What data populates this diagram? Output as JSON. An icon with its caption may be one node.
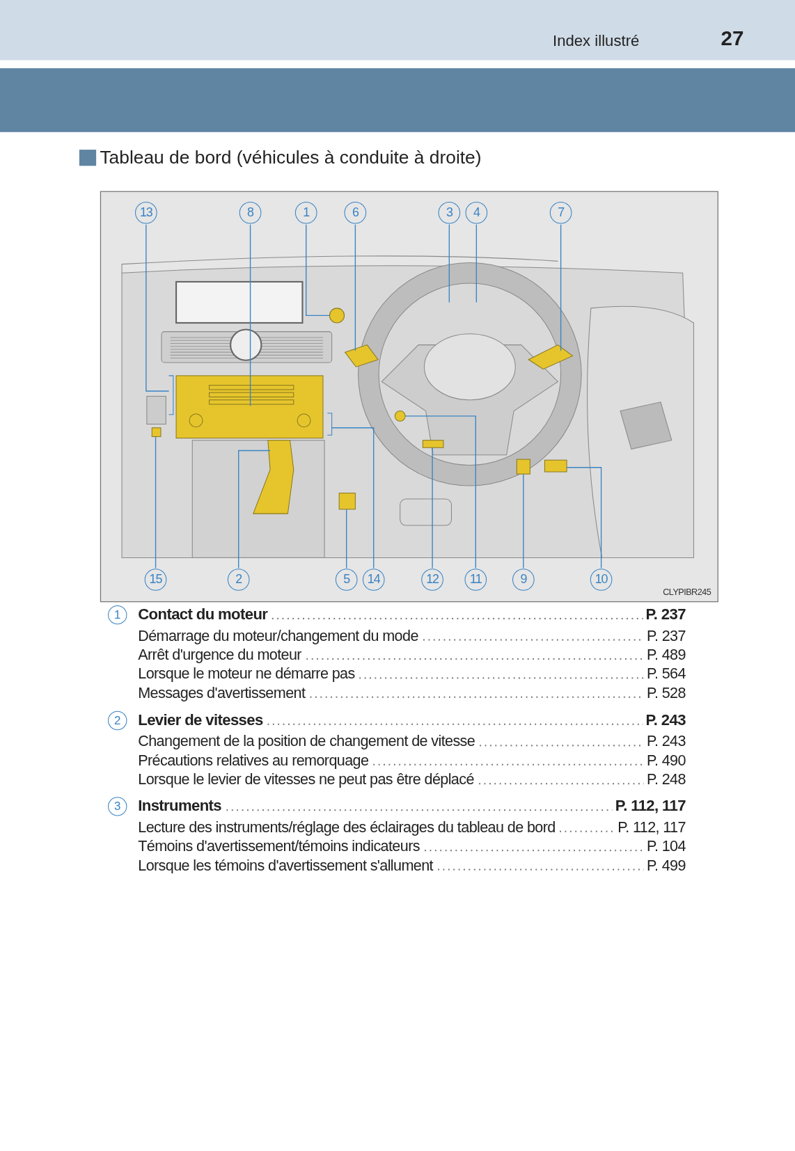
{
  "diagram": {
    "title": "Tableau de bord (véhicules à conduite à droite)",
    "nodes": [
      {
        "text": [
          "13"
        ]
      },
      {
        "text": [
          "8"
        ]
      },
      {
        "text": [
          "1"
        ]
      },
      {
        "text": [
          "6"
        ]
      },
      {
        "text": [
          "3"
        ]
      },
      {
        "text": [
          "4"
        ]
      },
      {
        "text": [
          "7"
        ]
      },
      {
        "text": [
          "15"
        ]
      },
      {
        "text": [
          "2"
        ]
      },
      {
        "text": [
          "5"
        ]
      },
      {
        "text": [
          "14"
        ]
      },
      {
        "text": [
          "12"
        ]
      },
      {
        "text": [
          "11"
        ]
      },
      {
        "text": [
          "9"
        ]
      },
      {
        "text": [
          "10"
        ]
      }
    ],
    "edges": [
      {
        "from": 0,
        "to": null,
        "arrow": "none"
      },
      {
        "from": 1,
        "to": null,
        "arrow": "none"
      },
      {
        "from": 2,
        "to": null,
        "arrow": "none"
      },
      {
        "from": 3,
        "to": null,
        "arrow": "none"
      },
      {
        "from": 4,
        "to": null,
        "arrow": "none"
      },
      {
        "from": 5,
        "to": null,
        "arrow": "none"
      },
      {
        "from": 6,
        "to": null,
        "arrow": "none"
      },
      {
        "from": 7,
        "to": null,
        "arrow": "none"
      },
      {
        "from": 8,
        "to": null,
        "arrow": "none"
      },
      {
        "from": 9,
        "to": null,
        "arrow": "none"
      },
      {
        "from": 10,
        "to": null,
        "arrow": "none"
      },
      {
        "from": 11,
        "to": null,
        "arrow": "none"
      },
      {
        "from": 12,
        "to": null,
        "arrow": "none"
      },
      {
        "from": 13,
        "to": null,
        "arrow": "none"
      },
      {
        "from": 14,
        "to": null,
        "arrow": "none"
      }
    ],
    "labels": [
      "Index illustré",
      "27",
      "CLYPIBR245",
      "1",
      "Contact du moteur",
      "P. 237",
      "Démarrage du moteur/changement du mode",
      "P. 237",
      "Arrêt d'urgence du moteur",
      "P. 489",
      "Lorsque le moteur ne démarre pas",
      "P. 564",
      "Messages d'avertissement",
      "P. 528",
      "2",
      "Levier de vitesses",
      "P. 243",
      "Changement de la position de changement de vitesse",
      "P. 243",
      "Précautions relatives au remorquage",
      "P. 490",
      "Lorsque le levier de vitesses ne peut pas être déplacé",
      "P. 248",
      "3",
      "Instruments",
      "P. 112, 117",
      "Lecture des instruments/réglage des éclairages du tableau de bord",
      "P. 112, 117",
      "Témoins d'avertissement/témoins indicateurs",
      "P. 104",
      "Lorsque les témoins d'avertissement s'allument",
      "P. 499"
    ]
  }
}
